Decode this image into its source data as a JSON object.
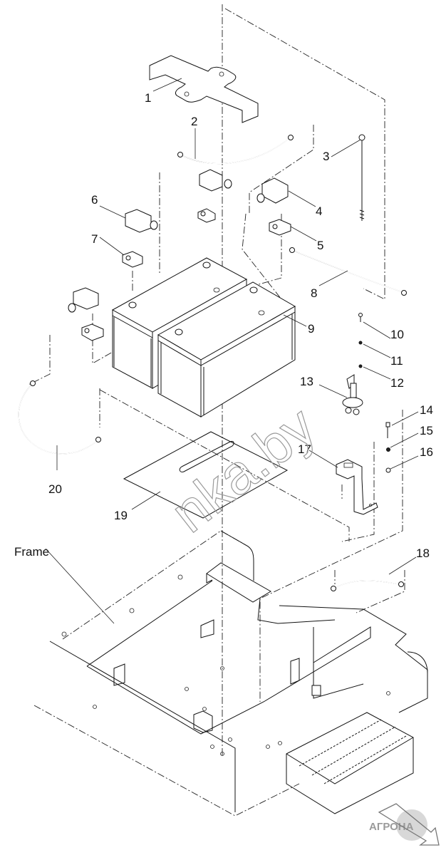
{
  "diagram": {
    "title": "Battery mounting exploded view",
    "watermark": "nka.by",
    "logo_text": "АГРОНА",
    "frame_label": "Frame",
    "callouts": [
      {
        "id": "1",
        "label": "1",
        "part": "battery-hold-down-bracket"
      },
      {
        "id": "2",
        "label": "2",
        "part": "battery-jumper-cable"
      },
      {
        "id": "3",
        "label": "3",
        "part": "hold-down-rod"
      },
      {
        "id": "4",
        "label": "4",
        "part": "terminal-cover"
      },
      {
        "id": "5",
        "label": "5",
        "part": "terminal-clamp"
      },
      {
        "id": "6",
        "label": "6",
        "part": "terminal-cover"
      },
      {
        "id": "7",
        "label": "7",
        "part": "terminal-clamp"
      },
      {
        "id": "8",
        "label": "8",
        "part": "battery-cable"
      },
      {
        "id": "9",
        "label": "9",
        "part": "battery"
      },
      {
        "id": "10",
        "label": "10",
        "part": "screw"
      },
      {
        "id": "11",
        "label": "11",
        "part": "washer"
      },
      {
        "id": "12",
        "label": "12",
        "part": "washer"
      },
      {
        "id": "13",
        "label": "13",
        "part": "battery-disconnect-switch"
      },
      {
        "id": "14",
        "label": "14",
        "part": "bolt"
      },
      {
        "id": "15",
        "label": "15",
        "part": "washer"
      },
      {
        "id": "16",
        "label": "16",
        "part": "nut"
      },
      {
        "id": "17",
        "label": "17",
        "part": "switch-bracket"
      },
      {
        "id": "18",
        "label": "18",
        "part": "ground-cable"
      },
      {
        "id": "19",
        "label": "19",
        "part": "battery-mat"
      },
      {
        "id": "20",
        "label": "20",
        "part": "battery-cable"
      }
    ]
  }
}
